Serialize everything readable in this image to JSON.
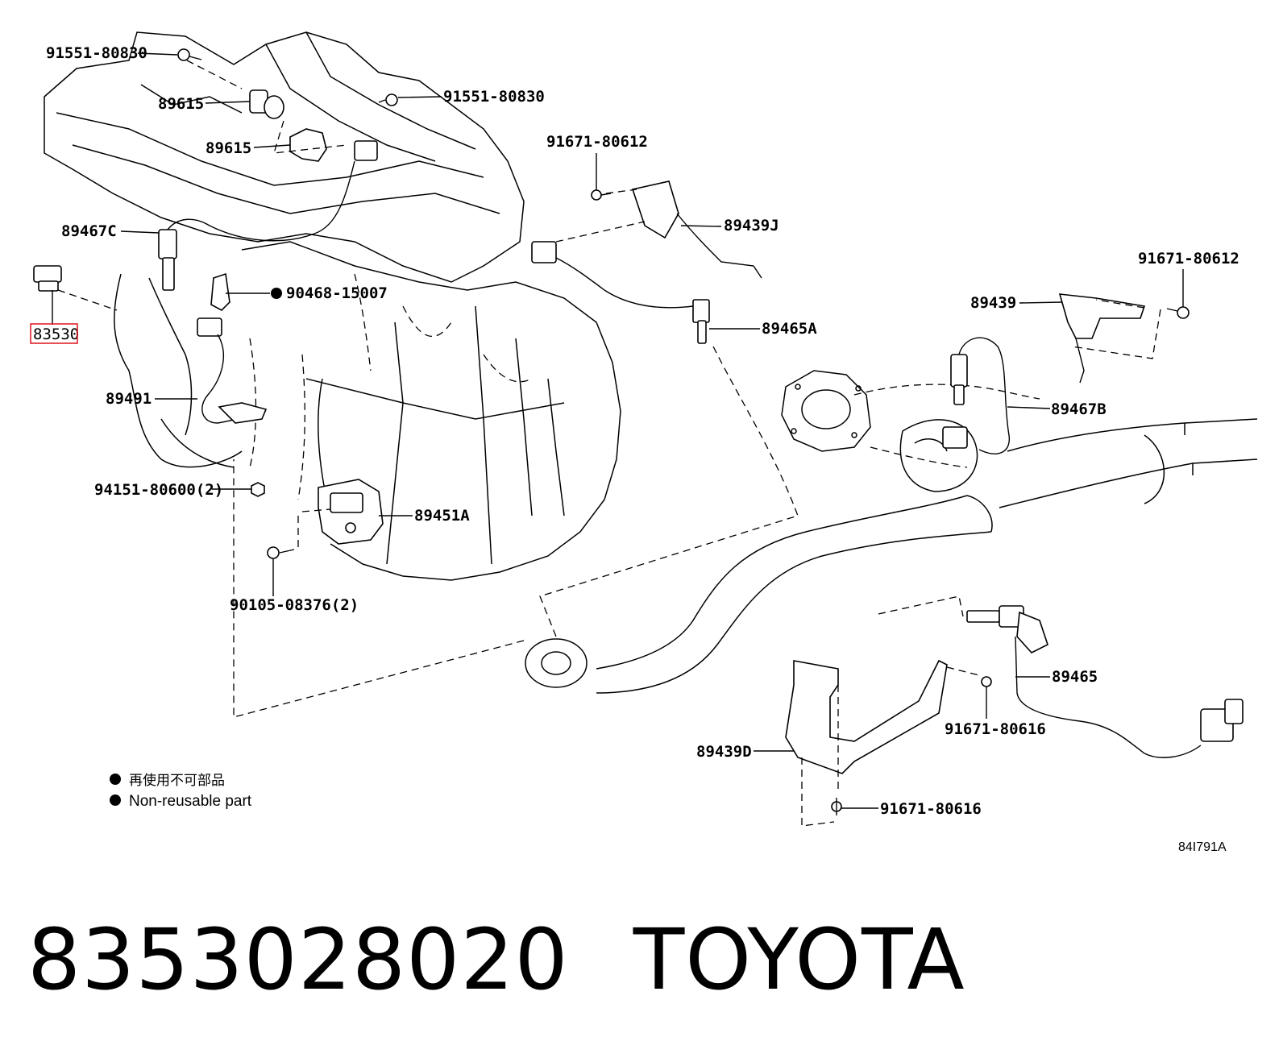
{
  "diagram": {
    "callouts": [
      {
        "id": "c1",
        "text": "91551-80830"
      },
      {
        "id": "c2",
        "text": "91551-80830"
      },
      {
        "id": "c3",
        "text": "89615"
      },
      {
        "id": "c4",
        "text": "89615"
      },
      {
        "id": "c5",
        "text": "91671-80612"
      },
      {
        "id": "c6",
        "text": "89439J"
      },
      {
        "id": "c7",
        "text": "89467C"
      },
      {
        "id": "c8",
        "text": "90468-15007"
      },
      {
        "id": "c9",
        "text": "83530"
      },
      {
        "id": "c10",
        "text": "89465A"
      },
      {
        "id": "c11",
        "text": "91671-80612"
      },
      {
        "id": "c12",
        "text": "89439"
      },
      {
        "id": "c13",
        "text": "89491"
      },
      {
        "id": "c14",
        "text": "89467B"
      },
      {
        "id": "c15",
        "text": "94151-80600(2)"
      },
      {
        "id": "c16",
        "text": "89451A"
      },
      {
        "id": "c17",
        "text": "90105-08376(2)"
      },
      {
        "id": "c18",
        "text": "89465"
      },
      {
        "id": "c19",
        "text": "91671-80616"
      },
      {
        "id": "c20",
        "text": "89439D"
      },
      {
        "id": "c21",
        "text": "91671-80616"
      }
    ],
    "highlighted_part": "83530",
    "legend": {
      "line1": "再使用不可部品",
      "line2": "Non-reusable part"
    },
    "drawing_code": "84I791A"
  },
  "footer": {
    "part_number": "8353028020",
    "brand": "TOYOTA"
  }
}
